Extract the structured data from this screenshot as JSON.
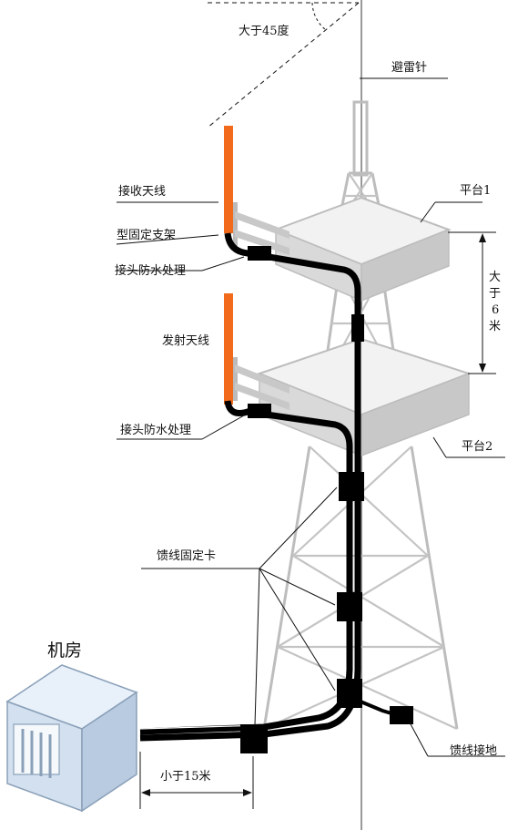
{
  "labels": {
    "angle": "大于45度",
    "lightning_rod": "避雷针",
    "receive_antenna": "接收天线",
    "bracket": "型固定支架",
    "waterproof_1": "接头防水处理",
    "platform_1": "平台1",
    "height_gap": [
      "大",
      "于",
      "6",
      "米"
    ],
    "transmit_antenna": "发射天线",
    "waterproof_2": "接头防水处理",
    "platform_2": "平台2",
    "cable_clamp": "馈线固定卡",
    "machine_room": "机房",
    "distance": "小于15米",
    "feeder_ground": "馈线接地"
  },
  "colors": {
    "antenna": "#f26b1d",
    "tower": "#bdbdbd",
    "cable": "#000000",
    "room": "#dce8f5"
  }
}
